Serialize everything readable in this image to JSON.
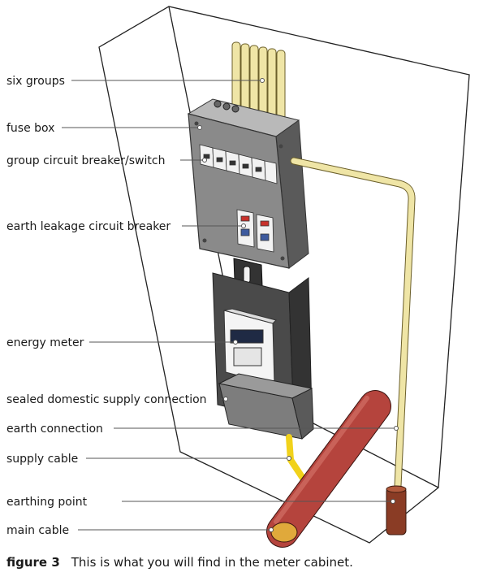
{
  "labels": {
    "six_groups": "six groups",
    "fuse_box": "fuse box",
    "group_breaker": "group circuit breaker/switch",
    "earth_leakage": "earth leakage circuit breaker",
    "energy_meter": "energy meter",
    "sealed_connection": "sealed domestic supply connection",
    "earth_connection": "earth connection",
    "supply_cable": "supply cable",
    "earthing_point": "earthing point",
    "main_cable": "main cable"
  },
  "caption": {
    "number": "figure 3",
    "text": "This is what you will find in the meter cabinet."
  },
  "colors": {
    "cable_beige": "#efe5a6",
    "box_grey": "#8a8a8a",
    "main_cable_red": "#b5443d",
    "supply_yellow": "#f1d21b",
    "earth_rod_brown": "#8a3c25"
  }
}
